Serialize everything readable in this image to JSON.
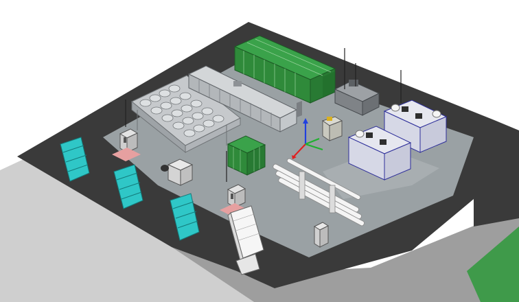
{
  "viewport": {
    "background": "#ffffff",
    "colors": {
      "road": "#3a3a3a",
      "pad": "#9aa1a4",
      "ground_light": "#cfcfcf",
      "ground_mid": "#9c9c9c",
      "grass": "#3f9a4a",
      "container_green": "#2f8a3a",
      "equipment_gray": "#b8bcc0",
      "chiller_gray": "#c6c9cc",
      "cyan_trailer": "#2fc7c7",
      "blue_outline": "#2e2f9a",
      "white_unit": "#f2f2f2",
      "pink_pad": "#e6a0a0",
      "axis_red": "#e02020",
      "axis_green": "#20b030",
      "axis_blue": "#2040e0"
    }
  },
  "scene": {
    "site_pad": {
      "material": "concrete",
      "shape": "isometric-slab"
    },
    "equipment": [
      {
        "kind": "green-container-large",
        "icon": "shipping-container-icon"
      },
      {
        "kind": "gray-container",
        "icon": "enclosure-icon"
      },
      {
        "kind": "air-cooled-chiller",
        "icon": "fan-array-icon"
      },
      {
        "kind": "green-container-small",
        "icon": "shipping-container-icon"
      },
      {
        "kind": "dark-gray-module",
        "icon": "module-icon"
      },
      {
        "kind": "genset-enclosure-1",
        "icon": "generator-icon"
      },
      {
        "kind": "genset-enclosure-2",
        "icon": "generator-icon"
      },
      {
        "kind": "trailer-cyan-1",
        "icon": "trailer-icon"
      },
      {
        "kind": "trailer-cyan-2",
        "icon": "trailer-icon"
      },
      {
        "kind": "trailer-cyan-3",
        "icon": "trailer-icon"
      },
      {
        "kind": "white-box-truck",
        "icon": "truck-icon"
      },
      {
        "kind": "pipe-rack",
        "icon": "pipe-rack-icon"
      },
      {
        "kind": "control-panel-1",
        "icon": "control-panel-icon"
      },
      {
        "kind": "control-panel-2",
        "icon": "control-panel-icon"
      },
      {
        "kind": "utility-cabinet",
        "icon": "cabinet-icon"
      },
      {
        "kind": "antenna-masts",
        "icon": "antenna-icon"
      },
      {
        "kind": "axis-gizmo",
        "icon": "xyz-axis-icon"
      }
    ]
  }
}
